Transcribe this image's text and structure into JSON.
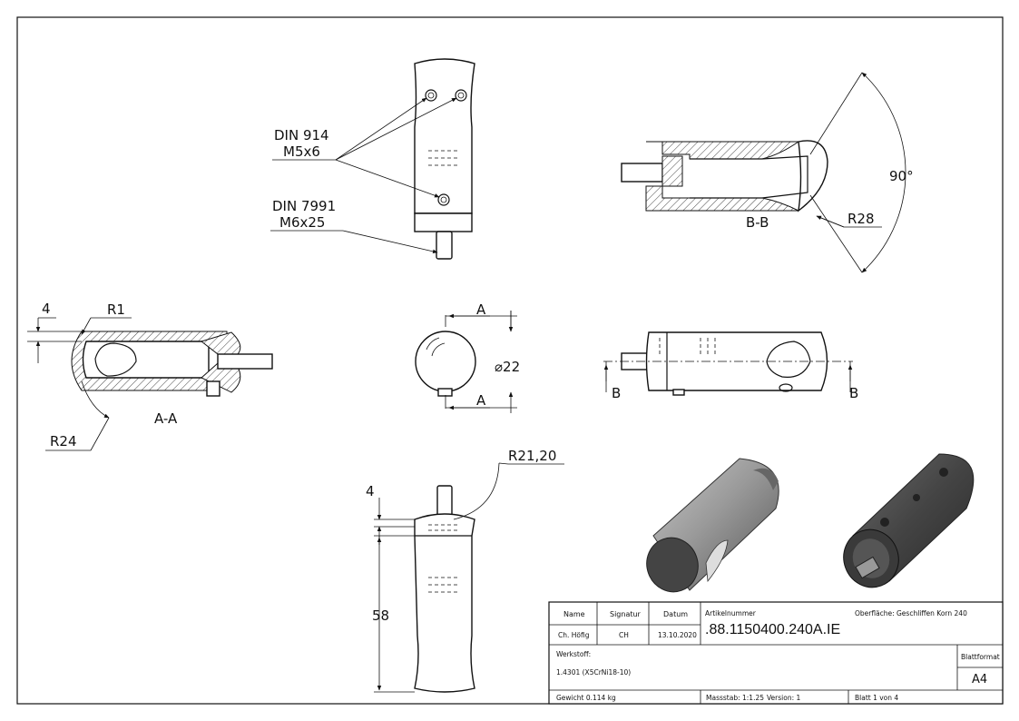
{
  "annotations": {
    "din914_line1": "DIN 914",
    "din914_line2": "M5x6",
    "din7991_line1": "DIN 7991",
    "din7991_line2": "M6x25",
    "angle_90": "90°",
    "radius_28": "R28",
    "section_bb": "B-B",
    "dim_4_top": "4",
    "radius_1": "R1",
    "radius_24": "R24",
    "section_aa": "A-A",
    "cut_a_top": "A",
    "cut_a_bottom": "A",
    "diameter_22": "⌀22",
    "cut_b_left": "B",
    "cut_b_right": "B",
    "radius_2120": "R21,20",
    "dim_4_bottom": "4",
    "dim_58": "58"
  },
  "title_block": {
    "col_name": "Name",
    "col_signatur": "Signatur",
    "col_datum": "Datum",
    "name_value": "Ch. Höfig",
    "signatur_value": "CH",
    "datum_value": "13.10.2020",
    "artikel_label": "Artikelnummer",
    "artikel_value": ".88.1150400.240A.IE",
    "oberflaeche_label": "Oberfläche:",
    "oberflaeche_value": "Geschliffen Korn 240",
    "werkstoff_label": "Werkstoff:",
    "werkstoff_value": "1.4301 (X5CrNi18-10)",
    "blattformat_label": "Blattformat",
    "blattformat_value": "A4",
    "gewicht": "Gewicht 0.114 kg",
    "massstab": "Massstab: 1:1.25",
    "version": "Version: 1",
    "blatt": "Blatt 1 von 4"
  },
  "colors": {
    "line": "#111111",
    "render_body": "#8a8a8a",
    "render_dark": "#4a4a4a"
  }
}
